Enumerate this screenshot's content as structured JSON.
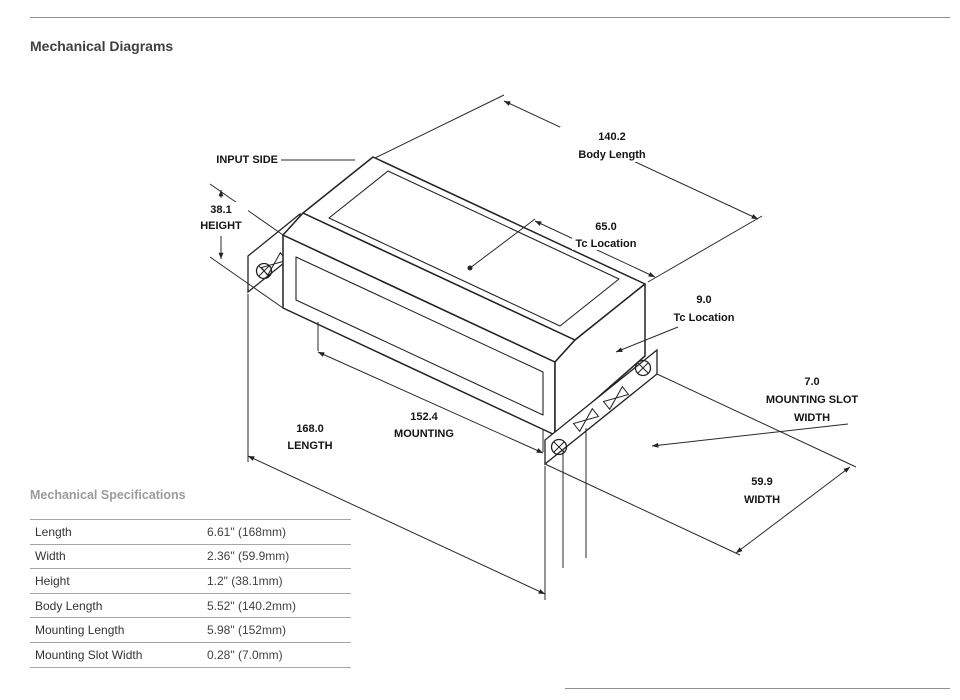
{
  "page": {
    "title": "Mechanical Diagrams",
    "specs_title": "Mechanical Specifications"
  },
  "diagram": {
    "input_side": "INPUT SIDE",
    "height_value": "38.1",
    "height_label": "HEIGHT",
    "body_length_value": "140.2",
    "body_length_label": "Body Length",
    "tc_top_value": "65.0",
    "tc_top_label": "Tc Location",
    "tc_end_value": "9.0",
    "tc_end_label": "Tc Location",
    "slot_width_value": "7.0",
    "slot_width_label_1": "MOUNTING SLOT",
    "slot_width_label_2": "WIDTH",
    "width_value": "59.9",
    "width_label": "WIDTH",
    "mounting_value": "152.4",
    "mounting_label": "MOUNTING",
    "length_value": "168.0",
    "length_label": "LENGTH"
  },
  "spec_table": {
    "rows": [
      {
        "label": "Length",
        "value": "6.61\" (168mm)"
      },
      {
        "label": "Width",
        "value": "2.36\" (59.9mm)"
      },
      {
        "label": "Height",
        "value": "1.2\" (38.1mm)"
      },
      {
        "label": "Body Length",
        "value": "5.52\" (140.2mm)"
      },
      {
        "label": "Mounting Length",
        "value": "5.98\" (152mm)"
      },
      {
        "label": "Mounting Slot Width",
        "value": "0.28\" (7.0mm)"
      }
    ]
  }
}
